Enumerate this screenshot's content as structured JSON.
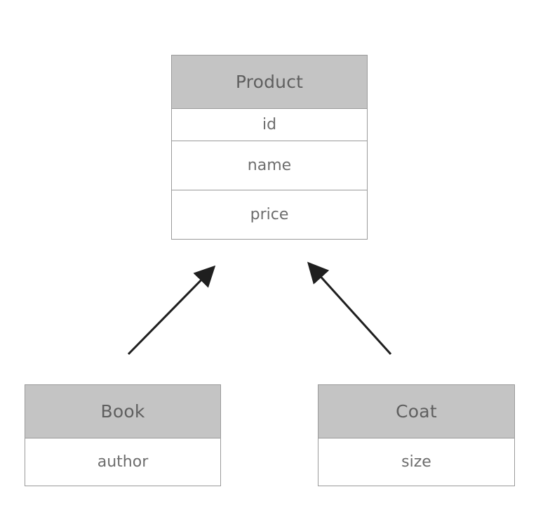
{
  "entities": {
    "product": {
      "name": "Product",
      "fields": [
        "id",
        "name",
        "price"
      ]
    },
    "book": {
      "name": "Book",
      "fields": [
        "author"
      ]
    },
    "coat": {
      "name": "Coat",
      "fields": [
        "size"
      ]
    }
  },
  "relationships": [
    {
      "from": "Book",
      "to": "Product",
      "type": "inheritance-arrow"
    },
    {
      "from": "Coat",
      "to": "Product",
      "type": "inheritance-arrow"
    }
  ],
  "colors": {
    "header_fill": "#c4c4c4",
    "border": "#9a9a9a",
    "header_text": "#5f5f5f",
    "field_text": "#6d6d6d",
    "arrow": "#1f1f1f"
  }
}
